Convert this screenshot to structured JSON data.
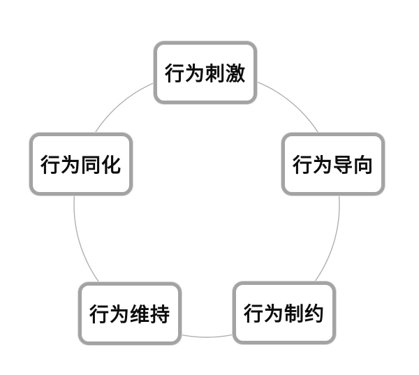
{
  "diagram": {
    "type": "cycle",
    "node_count": 5,
    "nodes": [
      {
        "id": "top",
        "label": "行为刺激"
      },
      {
        "id": "right",
        "label": "行为导向"
      },
      {
        "id": "bottom-right",
        "label": "行为制约"
      },
      {
        "id": "bottom-left",
        "label": "行为维持"
      },
      {
        "id": "left",
        "label": "行为同化"
      }
    ],
    "colors": {
      "box_border": "#a3a3a3",
      "circle_stroke": "#b0b0b0",
      "text": "#0d0d0d",
      "background": "#ffffff"
    }
  }
}
